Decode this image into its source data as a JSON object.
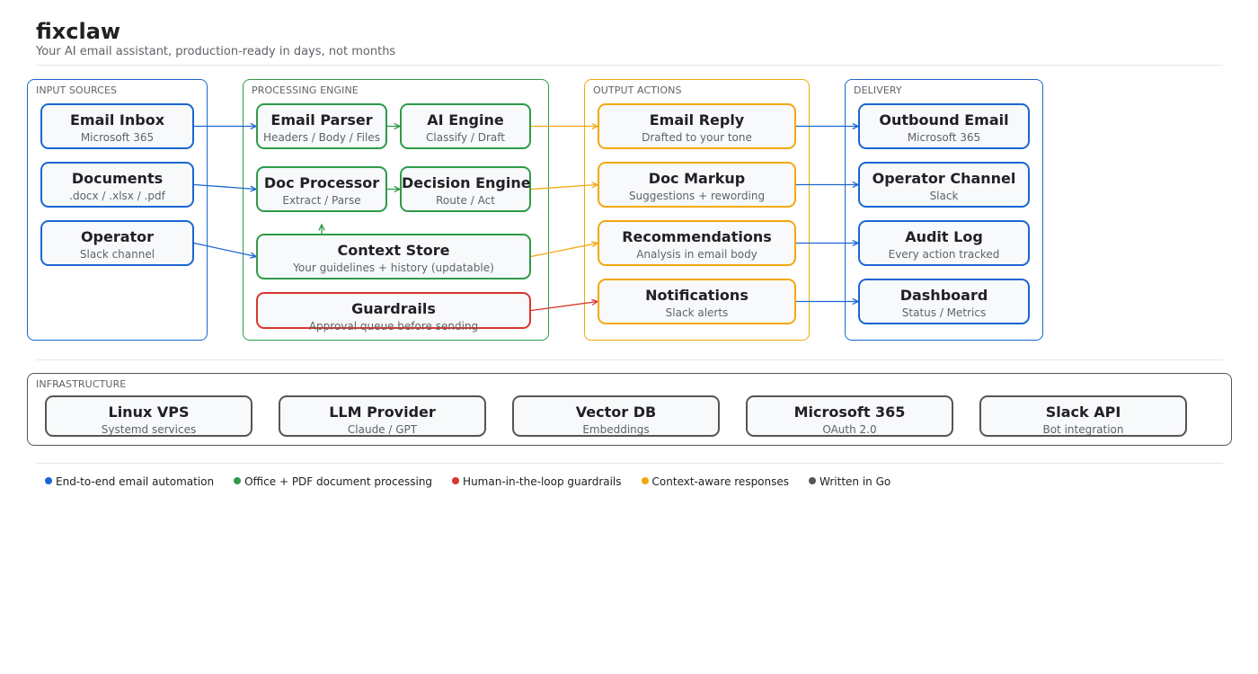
{
  "header": {
    "title": "fixclaw",
    "subtitle": "Your AI email assistant, production-ready in days, not months"
  },
  "colors": {
    "blue": "#1a66d2",
    "green": "#2e9a48",
    "orange": "#f2a80d",
    "red": "#d9352c",
    "gray": "#555555"
  },
  "groups": {
    "input": "INPUT SOURCES",
    "processing": "PROCESSING ENGINE",
    "output": "OUTPUT ACTIONS",
    "delivery": "DELIVERY",
    "infrastructure": "INFRASTRUCTURE"
  },
  "nodes": {
    "email_inbox": {
      "title": "Email Inbox",
      "sub": "Microsoft 365"
    },
    "documents": {
      "title": "Documents",
      "sub": ".docx / .xlsx / .pdf"
    },
    "operator": {
      "title": "Operator",
      "sub": "Slack channel"
    },
    "email_parser": {
      "title": "Email Parser",
      "sub": "Headers / Body / Files"
    },
    "ai_engine": {
      "title": "AI Engine",
      "sub": "Classify / Draft"
    },
    "doc_processor": {
      "title": "Doc Processor",
      "sub": "Extract / Parse"
    },
    "decision_engine": {
      "title": "Decision Engine",
      "sub": "Route / Act"
    },
    "context_store": {
      "title": "Context Store",
      "sub": "Your guidelines + history (updatable)"
    },
    "guardrails": {
      "title": "Guardrails",
      "sub": "Approval queue before sending"
    },
    "email_reply": {
      "title": "Email Reply",
      "sub": "Drafted to your tone"
    },
    "doc_markup": {
      "title": "Doc Markup",
      "sub": "Suggestions + rewording"
    },
    "recommendations": {
      "title": "Recommendations",
      "sub": "Analysis in email body"
    },
    "notifications": {
      "title": "Notifications",
      "sub": "Slack alerts"
    },
    "outbound_email": {
      "title": "Outbound Email",
      "sub": "Microsoft 365"
    },
    "operator_channel": {
      "title": "Operator Channel",
      "sub": "Slack"
    },
    "audit_log": {
      "title": "Audit Log",
      "sub": "Every action tracked"
    },
    "dashboard": {
      "title": "Dashboard",
      "sub": "Status / Metrics"
    },
    "linux_vps": {
      "title": "Linux VPS",
      "sub": "Systemd services"
    },
    "llm_provider": {
      "title": "LLM Provider",
      "sub": "Claude / GPT"
    },
    "vector_db": {
      "title": "Vector DB",
      "sub": "Embeddings"
    },
    "microsoft_365": {
      "title": "Microsoft 365",
      "sub": "OAuth 2.0"
    },
    "slack_api": {
      "title": "Slack API",
      "sub": "Bot integration"
    }
  },
  "edges": [
    {
      "from": "email_inbox",
      "to": "email_parser",
      "color": "#1a66d2"
    },
    {
      "from": "documents",
      "to": "doc_processor",
      "color": "#1a66d2"
    },
    {
      "from": "operator",
      "to": "context_store",
      "color": "#1a66d2"
    },
    {
      "from": "email_parser",
      "to": "ai_engine",
      "color": "#2e9a48"
    },
    {
      "from": "doc_processor",
      "to": "decision_engine",
      "color": "#2e9a48"
    },
    {
      "from": "context_store",
      "to": "doc_processor",
      "color": "#2e9a48"
    },
    {
      "from": "ai_engine",
      "to": "email_reply",
      "color": "#f2a80d"
    },
    {
      "from": "decision_engine",
      "to": "doc_markup",
      "color": "#f2a80d"
    },
    {
      "from": "context_store",
      "to": "recommendations",
      "color": "#f2a80d"
    },
    {
      "from": "guardrails",
      "to": "notifications",
      "color": "#d9352c"
    },
    {
      "from": "email_reply",
      "to": "outbound_email",
      "color": "#1a66d2"
    },
    {
      "from": "doc_markup",
      "to": "operator_channel",
      "color": "#1a66d2"
    },
    {
      "from": "recommendations",
      "to": "audit_log",
      "color": "#1a66d2"
    },
    {
      "from": "notifications",
      "to": "dashboard",
      "color": "#1a66d2"
    }
  ],
  "legend": [
    {
      "label": "End-to-end email automation",
      "color": "#1a66d2"
    },
    {
      "label": "Office + PDF document processing",
      "color": "#2e9a48"
    },
    {
      "label": "Human-in-the-loop guardrails",
      "color": "#d9352c"
    },
    {
      "label": "Context-aware responses",
      "color": "#f2a80d"
    },
    {
      "label": "Written in Go",
      "color": "#555555"
    }
  ]
}
